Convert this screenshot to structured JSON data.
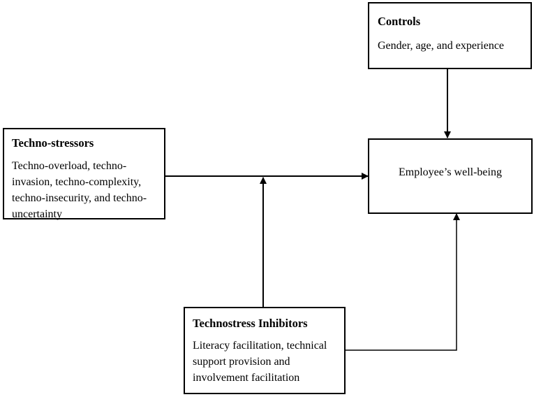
{
  "controls": {
    "title": "Controls",
    "text": "Gender, age, and experience"
  },
  "stressors": {
    "title": "Techno-stressors",
    "lines": [
      "Techno-overload, techno-",
      "invasion, techno-complexity,",
      "techno-insecurity, and techno-",
      "uncertainty"
    ]
  },
  "wellbeing": {
    "label": "Employee’s well-being"
  },
  "inhibitors": {
    "title": "Technostress Inhibitors",
    "lines": [
      "Literacy facilitation, technical",
      "support provision and",
      "involvement facilitation"
    ]
  }
}
